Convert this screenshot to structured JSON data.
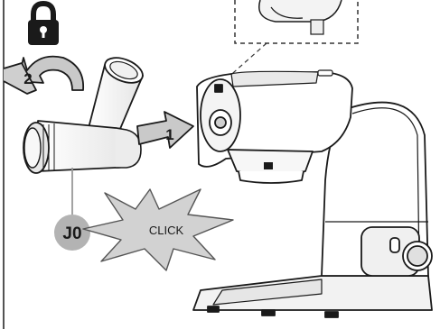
{
  "steps": {
    "attach": "1",
    "rotate": "2"
  },
  "part_code": "J0",
  "sound": "CLICK",
  "icons": [
    "lock-icon",
    "rotate-arrow-icon",
    "push-arrow-icon"
  ],
  "colors": {
    "line": "#1a1a1a",
    "arrow_fill": "#c9c9c9",
    "badge_fill": "#b3b3b3",
    "burst_fill": "#d2d2d2"
  }
}
